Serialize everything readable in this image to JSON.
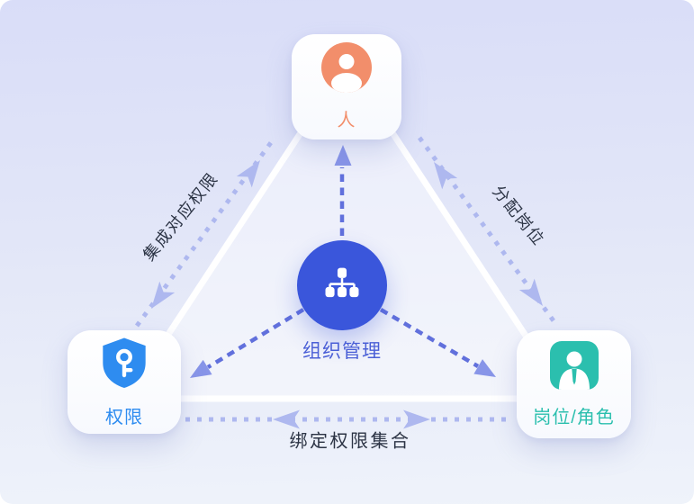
{
  "center": {
    "label": "组织管理",
    "icon": "org-chart-icon"
  },
  "nodes": {
    "person": {
      "label": "人",
      "icon": "person-avatar-icon"
    },
    "permission": {
      "label": "权限",
      "icon": "shield-key-icon"
    },
    "role": {
      "label": "岗位/角色",
      "icon": "id-badge-person-icon"
    }
  },
  "edges": {
    "permission_person": {
      "label": "集成对应权限",
      "direction": "both"
    },
    "person_role": {
      "label": "分配岗位",
      "direction": "both"
    },
    "permission_role": {
      "label": "绑定权限集合",
      "direction": "both"
    }
  },
  "colors": {
    "bg_top": "#D9DDF8",
    "bg_bottom": "#EFF3FA",
    "card_bg": "#FFFFFF",
    "person_accent": "#F28E6B",
    "permission_accent": "#2E8CF0",
    "role_accent": "#2BBFAE",
    "center_circle": "#3A56DB",
    "center_label": "#4A5FD6",
    "inner_arrow": "#6170DC",
    "inner_arrowhead": "#8895E8",
    "outer_line": "#AEB8EF",
    "edge_label": "#2B3344",
    "triangle_edge": "#FFFFFF"
  }
}
